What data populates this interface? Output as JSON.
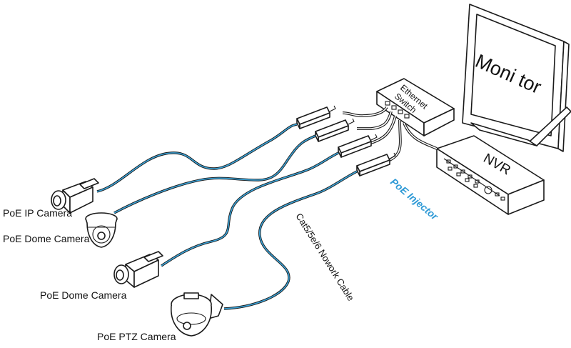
{
  "labels": {
    "monitor": "Moni tor",
    "switch_line1": "Ethernet",
    "switch_line2": "Switch",
    "nvr": "NVR",
    "poe_injector": "PoE Injector",
    "cable": "Cat5/5e/6 Nowork Cable",
    "cam_ip": "PoE IP Camera",
    "cam_dome1": "PoE Dome Camera",
    "cam_dome2": "PoE Dome Camera",
    "cam_ptz": "PoE PTZ Camera"
  },
  "colors": {
    "cable": "#3aa3d8",
    "injector_label": "#2f9ad6",
    "outline": "#1a1a1a"
  }
}
